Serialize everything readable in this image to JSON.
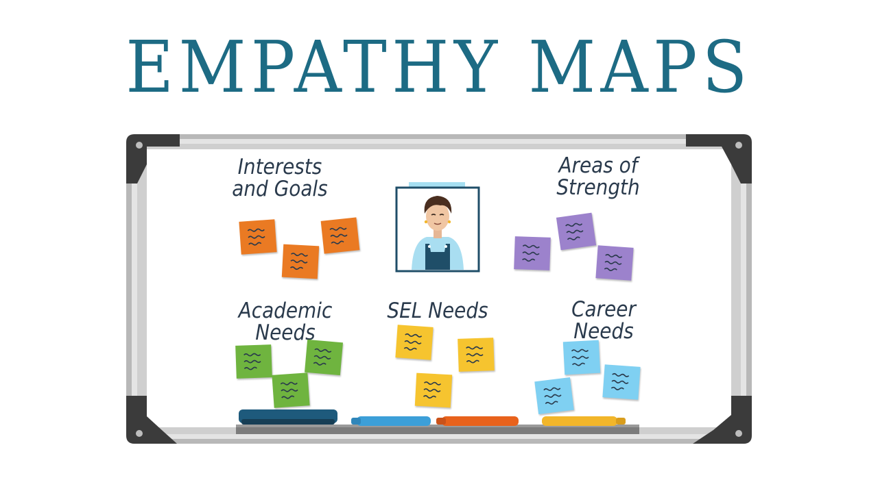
{
  "title": "EMPATHY MAPS",
  "board": {
    "sections": [
      {
        "id": "interests",
        "label_line1": "Interests",
        "label_line2": "and Goals"
      },
      {
        "id": "strength",
        "label_line1": "Areas of",
        "label_line2": "Strength"
      },
      {
        "id": "academic",
        "label_line1": "Academic",
        "label_line2": "Needs"
      },
      {
        "id": "sel",
        "label_line1": "SEL Needs",
        "label_line2": ""
      },
      {
        "id": "career",
        "label_line1": "Career",
        "label_line2": "Needs"
      }
    ]
  },
  "colors": {
    "title": "#1d6b84",
    "orange_note": "#ea7a23",
    "purple_note": "#9c82cc",
    "green_note": "#6fb43f",
    "yellow_note": "#f6c42f",
    "blue_note": "#7fd0f2",
    "frame": "#c9c9c9",
    "corner": "#3a3a3a",
    "marker_navy": "#1e5a7c",
    "marker_blue": "#3c9fd8",
    "marker_orange": "#e8621c",
    "marker_yellow": "#f2b62a"
  }
}
